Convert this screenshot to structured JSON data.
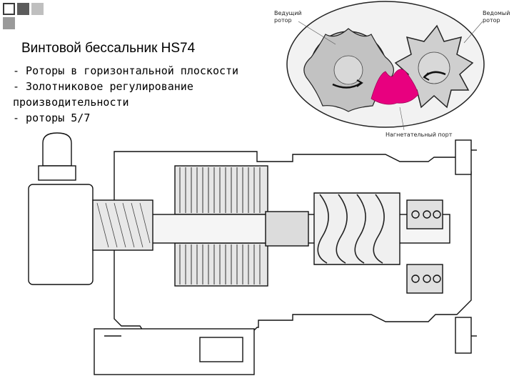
{
  "slide": {
    "title": "Винтовой бессальник HS74",
    "bullets": [
      "- Роторы в горизонтальной плоскости",
      "- Золотниковое регулирование",
      "производительности",
      "- роторы 5/7"
    ]
  },
  "diagram": {
    "driving_rotor_label_line1": "Ведущий",
    "driving_rotor_label_line2": "ротор",
    "driven_rotor_label_line1": "Ведомый",
    "driven_rotor_label_line2": "ротор",
    "discharge_port_label": "Нагнетательный порт"
  },
  "colors": {
    "accent_squares": "#3a3a3a",
    "discharge_highlight": "#e8007f",
    "rotor_fill": "#d6d6d6"
  }
}
